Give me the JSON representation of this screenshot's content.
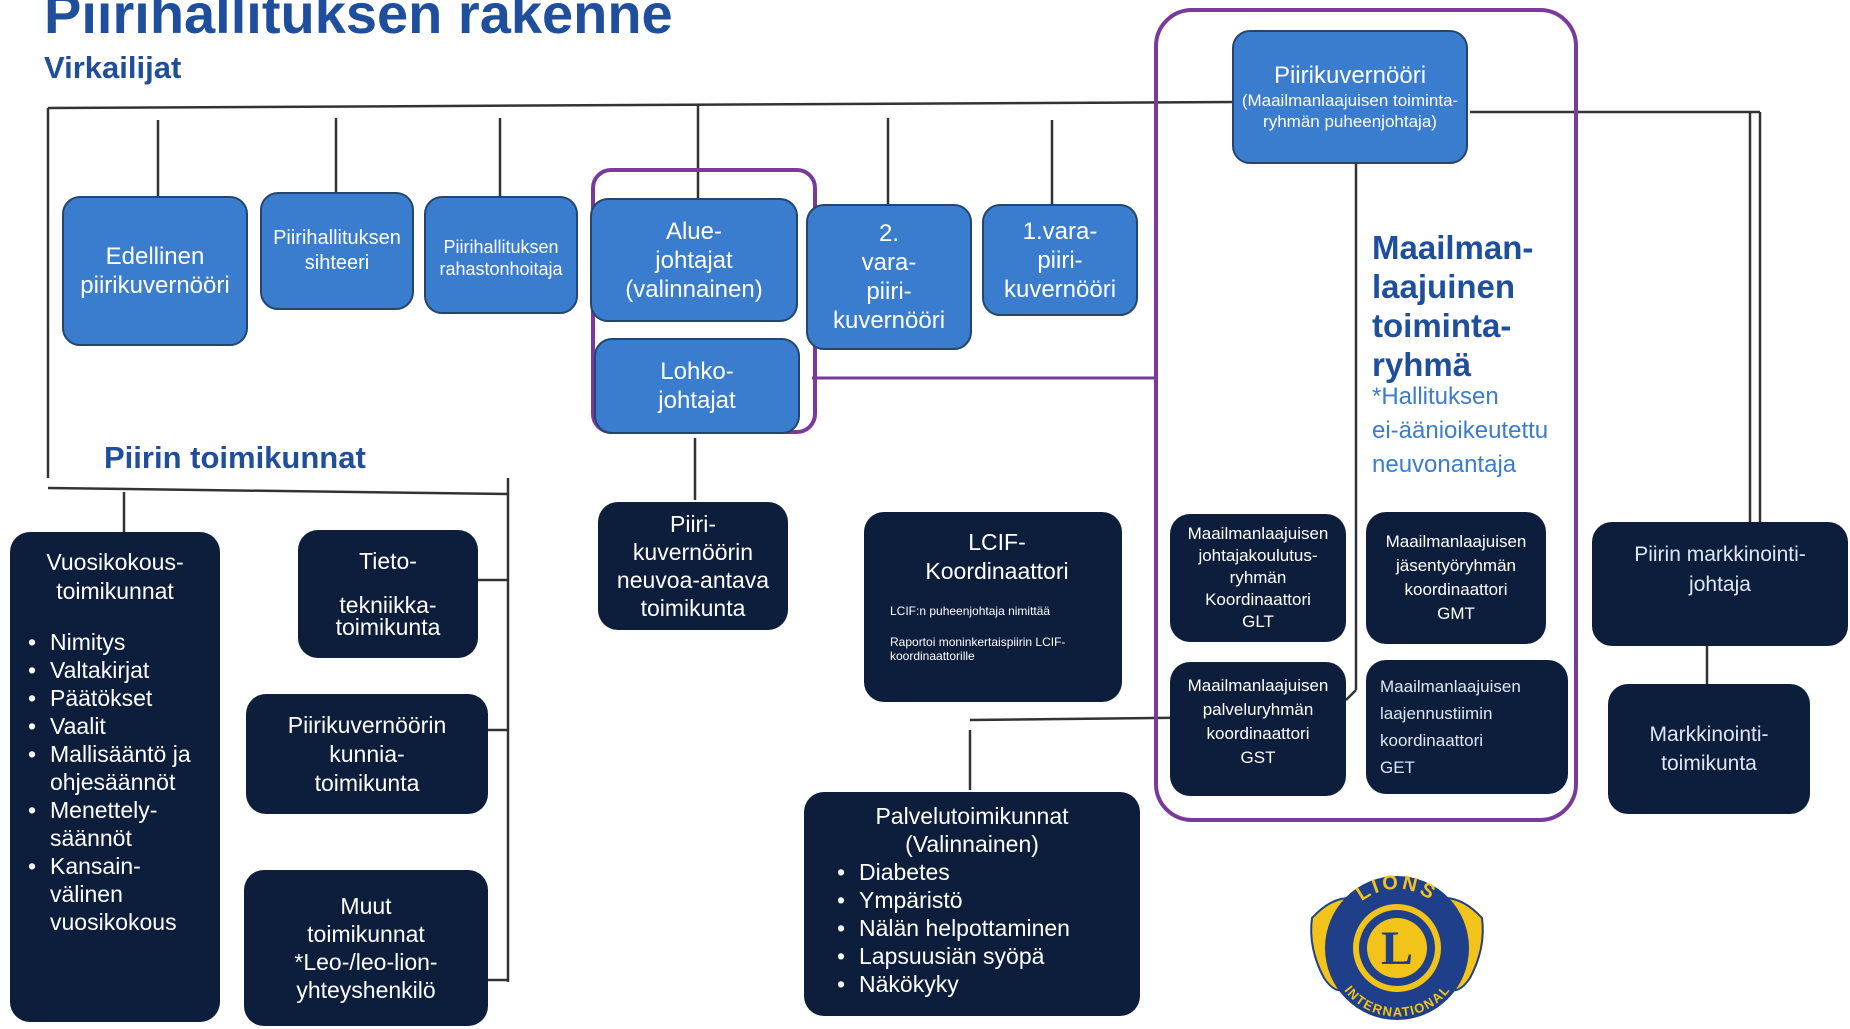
{
  "header": {
    "title": "Piirihallituksen rakenne",
    "subtitle": "Virkailijat"
  },
  "officers": {
    "district_governor": {
      "name": "Piirikuvernööri",
      "sub": "(Maailmanlaajuisen toiminta-\nryhmän puheenjohtaja)"
    },
    "past_governor": "Edellinen\npiirikuvernööri",
    "secretary": "Piirihallituksen\nsihteeri",
    "treasurer": "Piirihallituksen\nrahastonhoitaja",
    "zone_chairs": "Alue-\njohtajat\n(valinnainen)",
    "block_chairs": "Lohko-\njohtajat",
    "second_vice": "2.\nvara-\npiiri-\nkuvernööri",
    "first_vice": "1.vara-\npiiri-\nkuvernööri"
  },
  "global_action_team": {
    "heading": "Maailman-\nlaajuinen\ntoiminta-\nryhmä",
    "note": "*Hallituksen\nei-äänioikeutettu\nneuvonantaja",
    "glt": "Maailmanlaajuisen\njohtajakoulutus-\nryhmän\nKoordinaattori\nGLT",
    "gmt": "Maailmanlaajuisen\njäsentyöryhmän\nkoordinaattori\nGMT",
    "gst": "Maailmanlaajuisen\npalveluryhmän\nkoordinaattori\nGST",
    "get": "Maailmanlaajuisen\nlaajennustiimin\nkoordinaattori\nGET"
  },
  "committees": {
    "heading": "Piirin toimikunnat",
    "convention": {
      "title": "Vuosikokous-\ntoimikunnat",
      "items": [
        "Nimitys",
        "Valtakirjat",
        "Päätökset",
        "Vaalit",
        "Mallisääntö ja\nohjesäännöt",
        "Menettely-\nsäännöt",
        "Kansain-\nvälinen\nvuosikokous"
      ]
    },
    "it": "Tieto-\n\ntekniikka-\ntoimikunta",
    "honorary": "Piirikuvernöörin\nkunnia-\ntoimikunta",
    "other": "Muut\ntoimikunnat\n*Leo-/leo-lion-\nyhteyshenkilö",
    "advisory": "Piiri-\nkuvernöörin\nneuvoa-antava\ntoimikunta"
  },
  "lcif": {
    "title": "LCIF-\nKoordinaattori",
    "line1": "LCIF:n puheenjohtaja nimittää",
    "line2": "Raportoi moninkertaispiirin LCIF-\nkoordinaattorille"
  },
  "service": {
    "title": "Palvelutoimikunnat\n(Valinnainen)",
    "items": [
      "Diabetes",
      "Ympäristö",
      "Nälän helpottaminen",
      "Lapsuusiän syöpä",
      "Näkökyky"
    ]
  },
  "marketing": {
    "chair": "Piirin markkinointi-\njohtaja",
    "committee": "Markkinointi-\ntoimikunta"
  },
  "logo": {
    "top_text": "LIONS",
    "bottom_text": "INTERNATIONAL",
    "letter": "L",
    "colors": {
      "navy": "#1f3f8a",
      "gold": "#f2c318"
    }
  },
  "colors": {
    "title_blue": "#1f4e9c",
    "box_blue": "#3a7ccd",
    "box_navy": "#0d1e3d",
    "frame_purple": "#7a3a9c"
  }
}
